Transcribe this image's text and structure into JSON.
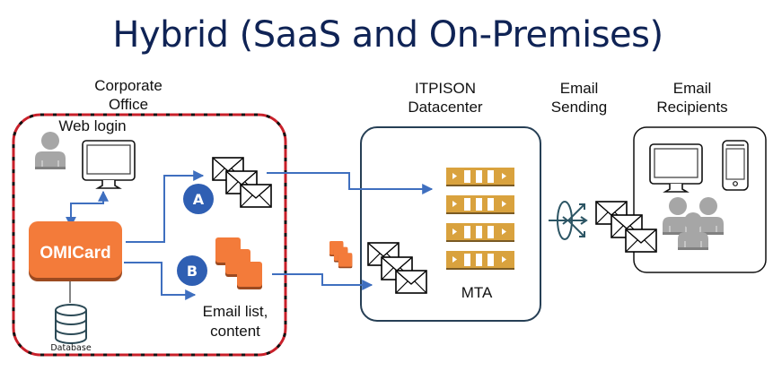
{
  "title": "Hybrid (SaaS and On-Premises)",
  "colors": {
    "title": "#0f2355",
    "flow_arrow": "#3f6fbf",
    "office_border_red": "#c8202a",
    "datacenter_border": "#263f55",
    "omicard_orange": "#f37b3a",
    "badge_blue": "#2f5fb3",
    "mta_gold": "#d9a23e",
    "person_gray": "#a6a6a6"
  },
  "corporate_office": {
    "label_line1": "Corporate",
    "label_line2": "Office",
    "web_login_label": "Web login",
    "omicard_label": "OMICard",
    "database_label": "Database",
    "email_list_label_line1": "Email list,",
    "email_list_label_line2": "content",
    "badge_a": "A",
    "badge_b": "B"
  },
  "datacenter": {
    "label_line1": "ITPISON",
    "label_line2": "Datacenter",
    "mta_label": "MTA"
  },
  "sending": {
    "label_line1": "Email",
    "label_line2": "Sending"
  },
  "recipients": {
    "label_line1": "Email",
    "label_line2": "Recipients"
  }
}
